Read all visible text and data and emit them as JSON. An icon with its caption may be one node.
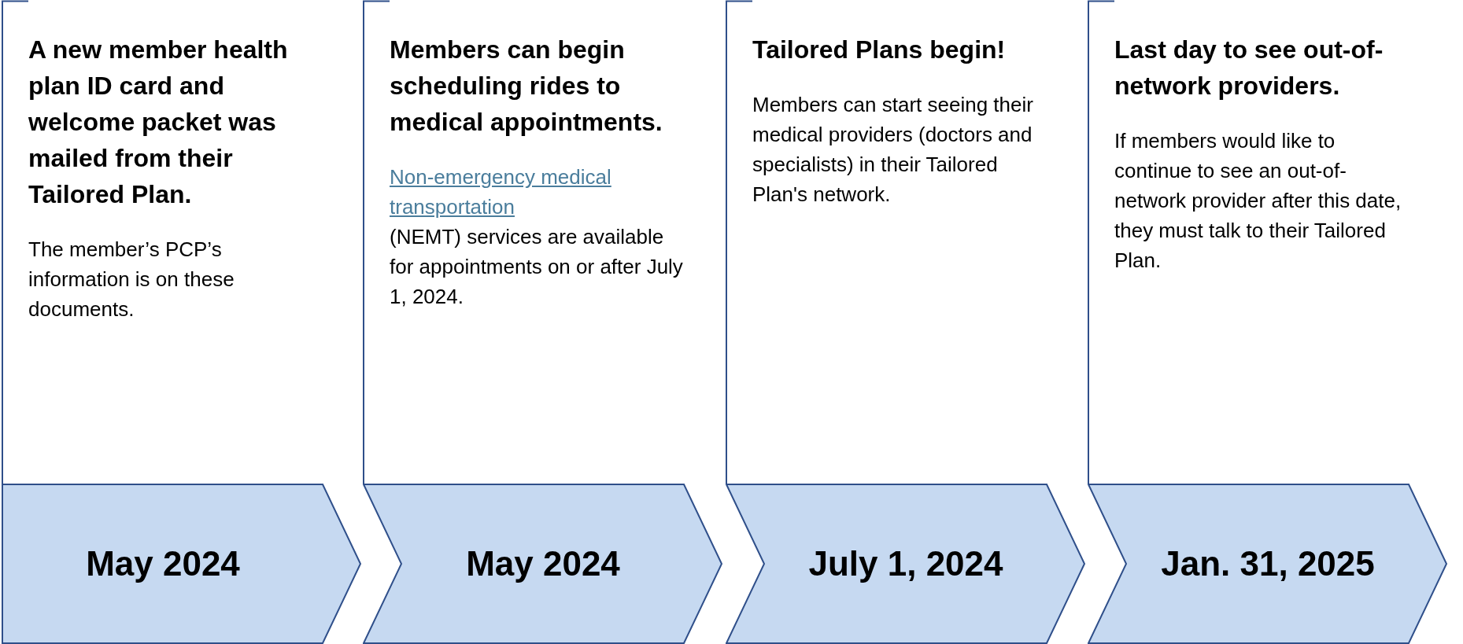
{
  "diagram": {
    "nodes": [
      {
        "text": [
          "A new member health plan ID card and welcome packet was mailed from their Tailored Plan.",
          "The member’s PCP’s information is on these documents."
        ]
      },
      {
        "text": [
          "Members can begin scheduling rides to medical appointments.",
          "Non-emergency medical transportation",
          "(NEMT) services are available for appointments on or after July 1, 2024."
        ]
      },
      {
        "text": [
          "Tailored Plans begin!",
          "Members can start seeing their medical providers (doctors and specialists) in their Tailored Plan's network."
        ]
      },
      {
        "text": [
          "Last day to see out-of-network providers.",
          "If members would like to continue to see an out-of-network provider after this date, they must talk to their Tailored Plan."
        ]
      },
      {
        "text": [
          "May 2024"
        ]
      },
      {
        "text": [
          "May 2024"
        ]
      },
      {
        "text": [
          "July 1, 2024"
        ]
      },
      {
        "text": [
          "Jan. 31, 2025"
        ]
      }
    ]
  }
}
